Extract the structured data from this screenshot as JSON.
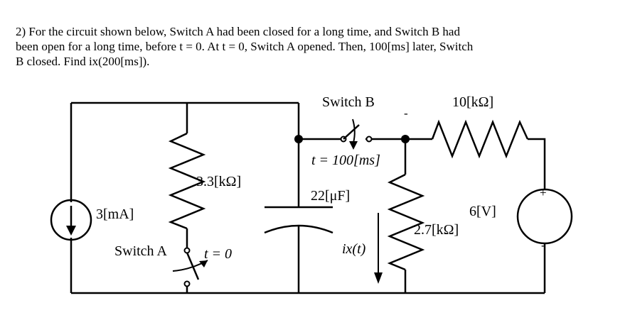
{
  "problem": {
    "line1": "2) For the circuit shown below, Switch A had been closed for a long time, and Switch B had",
    "line2": "been open for a long time, before t = 0.  At t = 0, Switch A opened.  Then, 100[ms] later, Switch",
    "line3": "B closed.  Find ix(200[ms])."
  },
  "circuit": {
    "switch_b_label": "Switch B",
    "switch_b_time": "t = 100[ms]",
    "resistor_10k": "10[kΩ]",
    "resistor_3_3k": "3.3[kΩ]",
    "current_source": "3[mA]",
    "switch_a_label": "Switch A",
    "switch_a_time": "t = 0",
    "capacitor": "22[μF]",
    "current_ix": "ix(t)",
    "resistor_2_7k": "2.7[kΩ]",
    "voltage_source": "6[V]",
    "plus_sign": "+",
    "minus_sign": "-"
  }
}
